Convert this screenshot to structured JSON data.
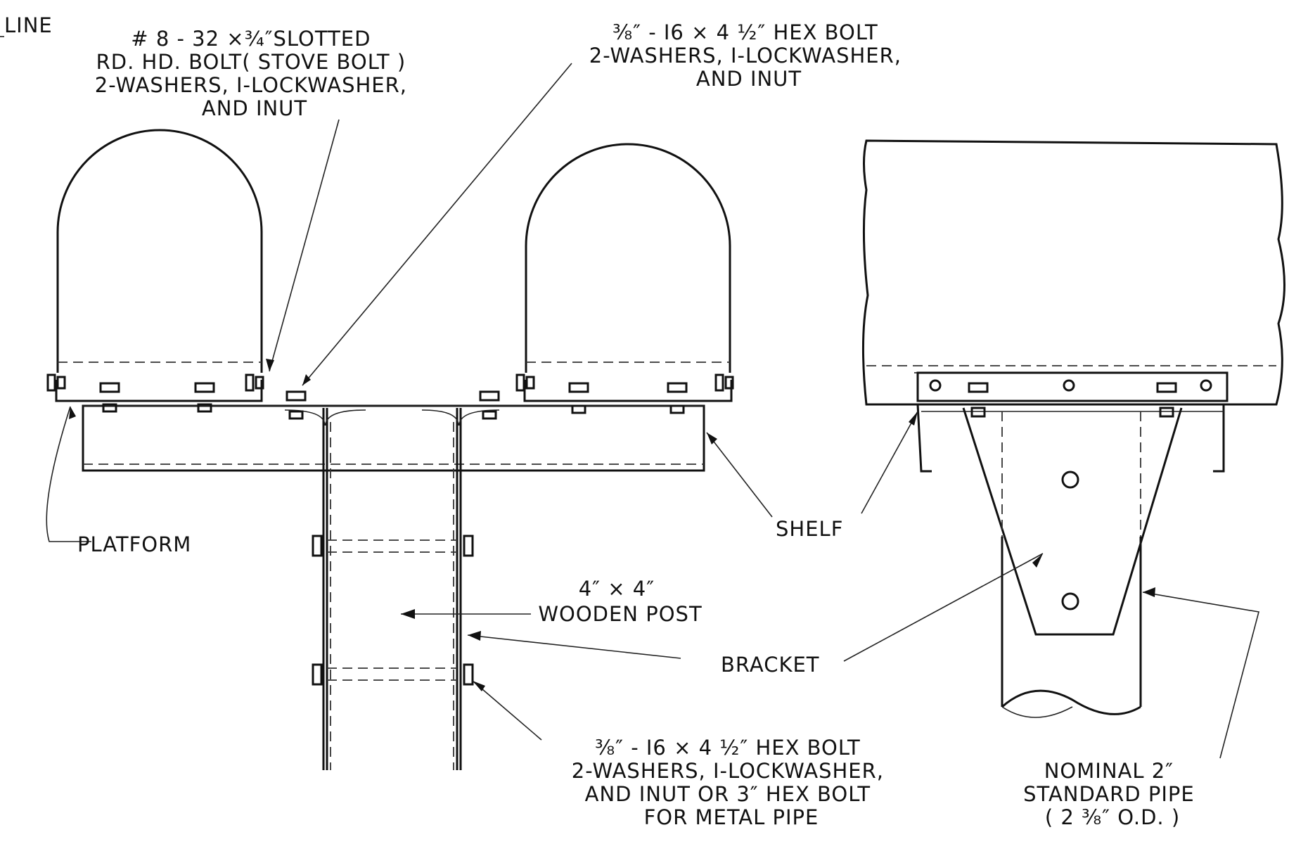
{
  "labels": {
    "line": "LINE",
    "stove_bolt": [
      "# 8 - 32 ×¾″SLOTTED",
      "RD. HD. BOLT( STOVE BOLT )",
      "2-WASHERS, I-LOCKWASHER,",
      "AND INUT"
    ],
    "hex_bolt_top": [
      "⅜″ - I6 × 4 ½″ HEX BOLT",
      "2-WASHERS, I-LOCKWASHER,",
      "AND INUT"
    ],
    "platform": "PLATFORM",
    "shelf": "SHELF",
    "post": [
      "4″ × 4″",
      "WOODEN POST"
    ],
    "bracket": "BRACKET",
    "hex_bolt_bottom": [
      "⅜″ - I6 × 4 ½″ HEX BOLT",
      "2-WASHERS, I-LOCKWASHER,",
      "AND INUT OR 3″ HEX BOLT",
      "FOR METAL PIPE"
    ],
    "pipe": [
      "NOMINAL 2″",
      "STANDARD PIPE",
      "( 2 ⅜″ O.D. )"
    ]
  }
}
